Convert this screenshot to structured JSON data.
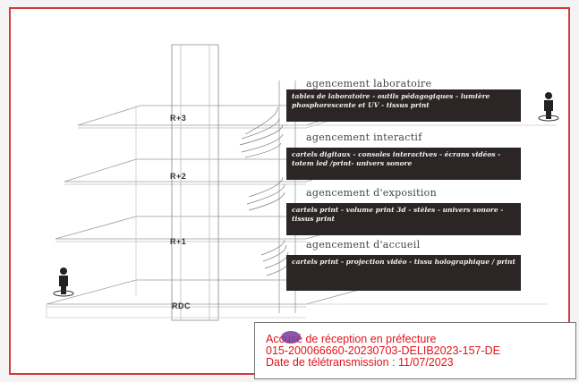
{
  "levels": {
    "r3": "R+3",
    "r2": "R+2",
    "r1": "R+1",
    "rdc": "RDC"
  },
  "sections": [
    {
      "heading": "agencement laboratoire",
      "description": "tables de laboratoire - outils pédagogiques - lumière phosphorescente et UV - tissus print"
    },
    {
      "heading": "agencement interactif",
      "description": "cartels digitaux - consoles interactives - écrans vidéos - totem led /print- univers sonore"
    },
    {
      "heading": "agencement d'exposition",
      "description": "cartels print - volume print 3d - stèles - univers sonore - tissus print"
    },
    {
      "heading": "agencement d'accueil",
      "description": "cartels print - projection vidéo - tissu holographique / print"
    }
  ],
  "stamp": {
    "line1": "Accusé de réception en préfecture",
    "line2": "015-200066660-20230703-DELIB2023-157-DE",
    "line3": "Date de télétransmission : 11/07/2023"
  },
  "icons": [
    "person-icon",
    "person-icon"
  ],
  "colors": {
    "frame": "#d63a3a",
    "box": "#2b2525",
    "stamp_text": "#e0141a",
    "seal": "#7a3b9a"
  }
}
